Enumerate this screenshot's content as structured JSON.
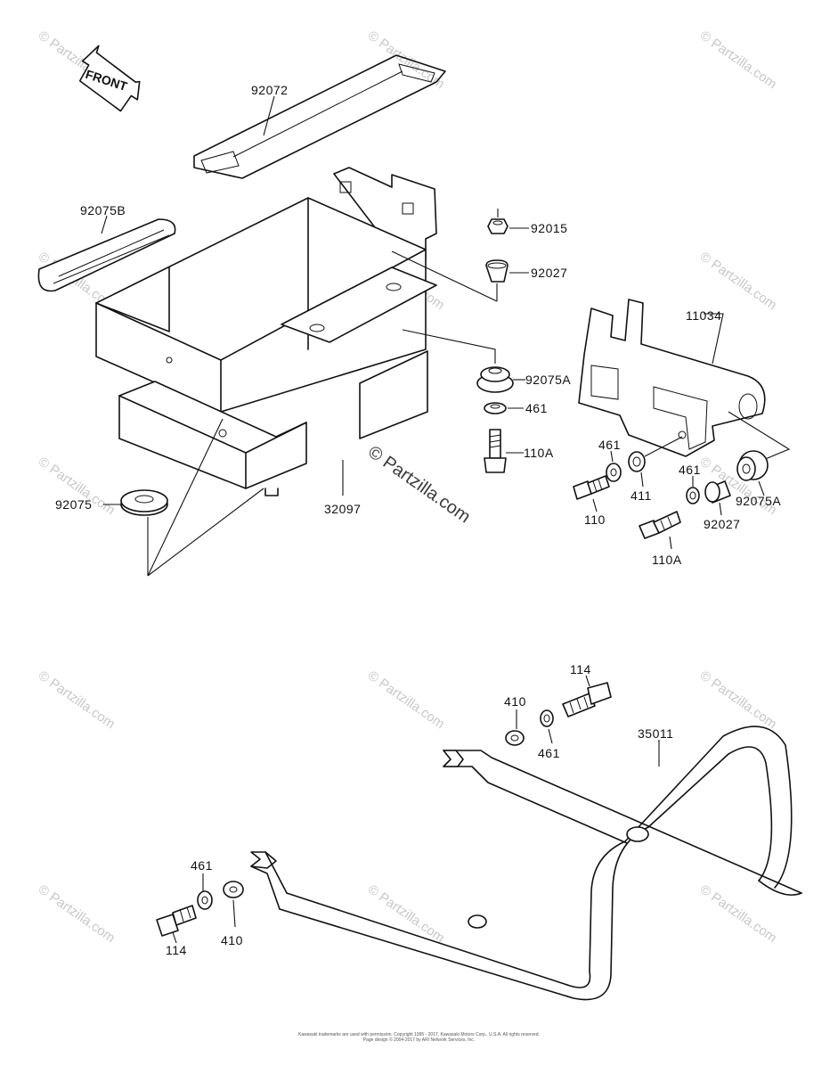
{
  "header": {
    "front_arrow_label": "FRONT"
  },
  "parts": {
    "p92072": "92072",
    "p92075B": "92075B",
    "p92015": "92015",
    "p92027_top": "92027",
    "p11034": "11034",
    "p92075A_mid": "92075A",
    "p461_mid": "461",
    "p110A_mid": "110A",
    "p461_a": "461",
    "p411": "411",
    "p110": "110",
    "p461_b": "461",
    "p92027_right": "92027",
    "p92075A_right": "92075A",
    "p110A_bottom": "110A",
    "p92075": "92075",
    "p32097": "32097",
    "p114_top": "114",
    "p410_top": "410",
    "p461_top": "461",
    "p35011": "35011",
    "p461_left": "461",
    "p114_left": "114",
    "p410_left": "410"
  },
  "watermark": {
    "center": "© Partzilla.com",
    "repeat": "© Partzilla.com"
  },
  "footer": {
    "line1": "Kawasaki trademarks are used with permission. Copyright 1995 - 2017, Kawasaki Motors Corp., U.S.A. All rights reserved.",
    "line2": "Page design © 2004-2017 by ARI Network Services, Inc."
  }
}
